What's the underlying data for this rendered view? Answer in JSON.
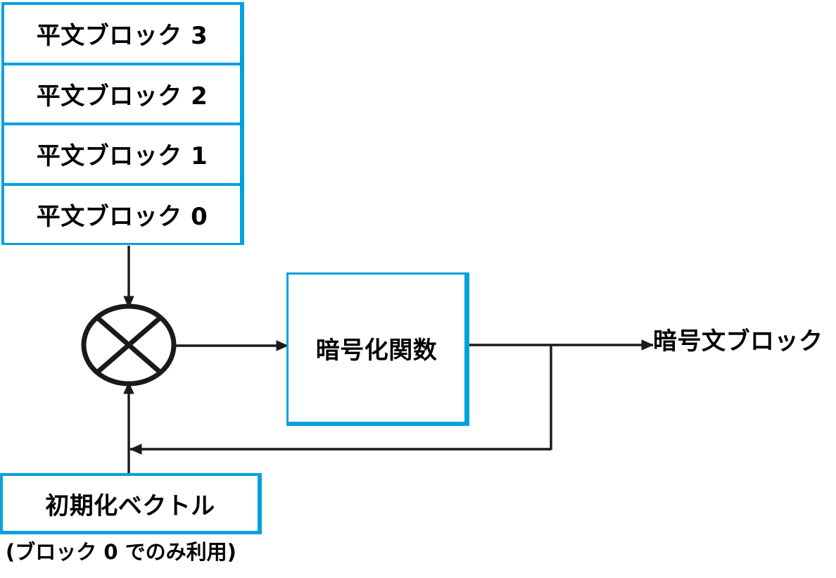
{
  "diagram": {
    "title": "CBC mode block cipher encryption diagram",
    "colors": {
      "accent_blue": "#00a2dc",
      "line_black": "#1a1a1a",
      "box_fill": "#fffffd",
      "page_background": "#ffffff"
    },
    "plaintext_stack": {
      "name": "plaintext-block-stack",
      "rows": [
        {
          "label": "平文ブロック 3"
        },
        {
          "label": "平文ブロック 2"
        },
        {
          "label": "平文ブロック 1"
        },
        {
          "label": "平文ブロック 0"
        }
      ]
    },
    "xor_node": {
      "name": "xor-operator",
      "symbol": "⊗",
      "shape": "ellipse-with-cross"
    },
    "cipher_function": {
      "label": "暗号化関数"
    },
    "initialization_vector": {
      "label": "初期化ベクトル",
      "caption": "(ブロック 0 でのみ利用)"
    },
    "output": {
      "label": "暗号文ブロック"
    },
    "connections": [
      {
        "name": "plaintext-to-xor",
        "from": "plaintext_stack",
        "to": "xor_node",
        "arrow": true
      },
      {
        "name": "iv-to-xor",
        "from": "initialization_vector",
        "to": "xor_node",
        "arrow": true
      },
      {
        "name": "xor-to-cipher",
        "from": "xor_node",
        "to": "cipher_function",
        "arrow": true
      },
      {
        "name": "cipher-to-output",
        "from": "cipher_function",
        "to": "output",
        "arrow": true
      },
      {
        "name": "cipher-feedback-to-xor",
        "from": "cipher_function",
        "to": "xor_node",
        "arrow": true
      }
    ]
  }
}
